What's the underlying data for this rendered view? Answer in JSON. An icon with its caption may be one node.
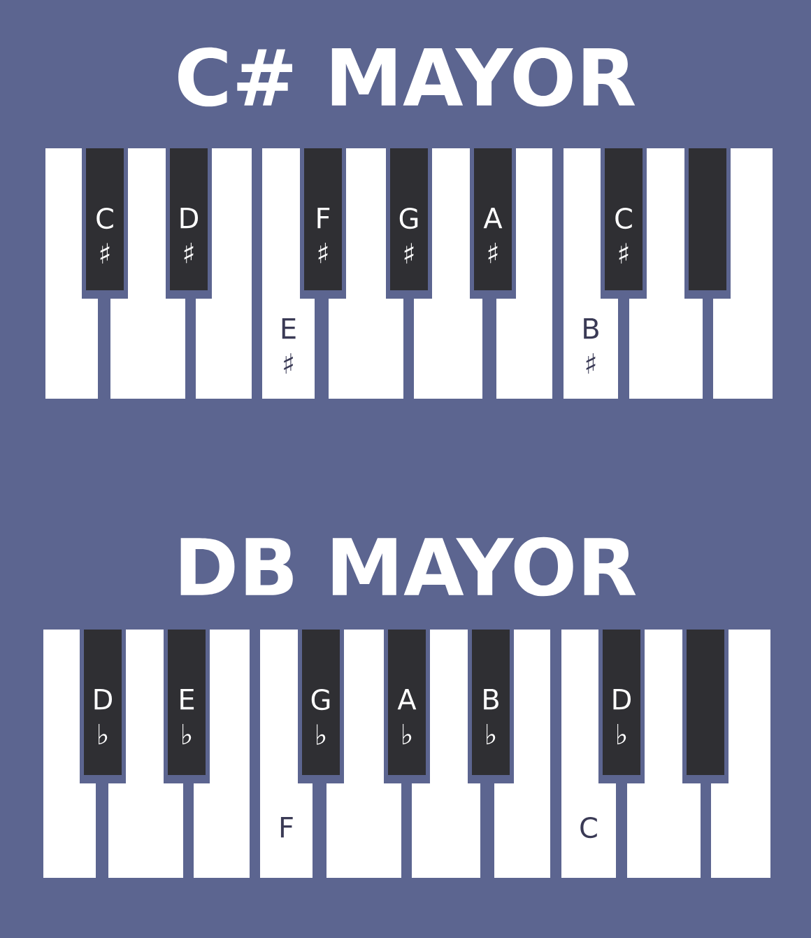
{
  "diagram": {
    "labels": [
      "C# MAYOR",
      "DB MAYOR"
    ],
    "nodes": [
      {
        "text": [],
        "shape": "box"
      },
      {
        "text": [],
        "shape": "box"
      },
      {
        "text": [],
        "shape": "box"
      },
      {
        "text": [
          "E ♯"
        ]
      },
      {
        "text": [],
        "shape": "box"
      },
      {
        "text": [],
        "shape": "box"
      },
      {
        "text": [],
        "shape": "box"
      },
      {
        "text": [
          "B ♯"
        ]
      },
      {
        "text": [],
        "shape": "box"
      },
      {
        "text": [],
        "shape": "box"
      },
      {
        "text": [
          "C ♯"
        ]
      },
      {
        "text": [
          "D ♯"
        ]
      },
      {
        "text": [
          "F ♯"
        ]
      },
      {
        "text": [
          "G ♯"
        ]
      },
      {
        "text": [
          "A ♯"
        ]
      },
      {
        "text": [
          "C ♯"
        ]
      },
      {
        "text": [],
        "shape": "box"
      },
      {
        "text": [],
        "shape": "box"
      },
      {
        "text": [],
        "shape": "box"
      },
      {
        "text": [],
        "shape": "box"
      },
      {
        "text": [
          "F"
        ]
      },
      {
        "text": [],
        "shape": "box"
      },
      {
        "text": [],
        "shape": "box"
      },
      {
        "text": [],
        "shape": "box"
      },
      {
        "text": [
          "C"
        ]
      },
      {
        "text": [],
        "shape": "box"
      },
      {
        "text": [],
        "shape": "box"
      },
      {
        "text": [
          "D ♭"
        ]
      },
      {
        "text": [
          "E ♭"
        ]
      },
      {
        "text": [
          "G ♭"
        ]
      },
      {
        "text": [
          "A ♭"
        ]
      },
      {
        "text": [
          "B ♭"
        ]
      },
      {
        "text": [
          "D ♭"
        ]
      },
      {
        "text": [],
        "shape": "box"
      }
    ]
  }
}
